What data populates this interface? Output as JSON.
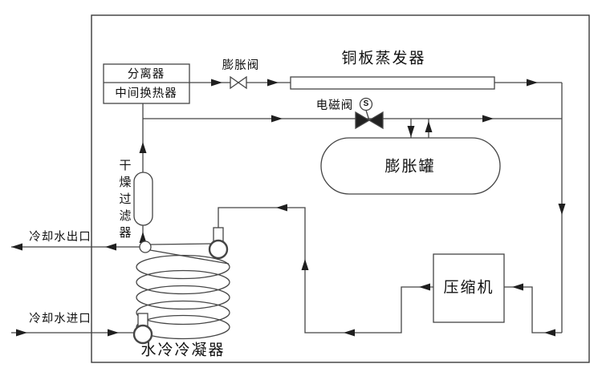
{
  "diagram": {
    "title_context": "refrigeration-system-schematic",
    "labels": {
      "separator": "分离器",
      "intermediate_heat_exchanger": "中间换热器",
      "expansion_valve": "膨胀阀",
      "evaporator": "铜板蒸发器",
      "solenoid_valve": "电磁阀",
      "solenoid_symbol": "S",
      "expansion_tank": "膨胀罐",
      "dry_filter": "干燥过滤器",
      "compressor": "压缩机",
      "condenser": "水冷冷凝器",
      "cooling_water_outlet": "冷却水出口",
      "cooling_water_inlet": "冷却水进口"
    },
    "colors": {
      "background": "#ffffff",
      "line": "#454545",
      "arrow": "#1f1f1f",
      "text": "#111111"
    }
  }
}
